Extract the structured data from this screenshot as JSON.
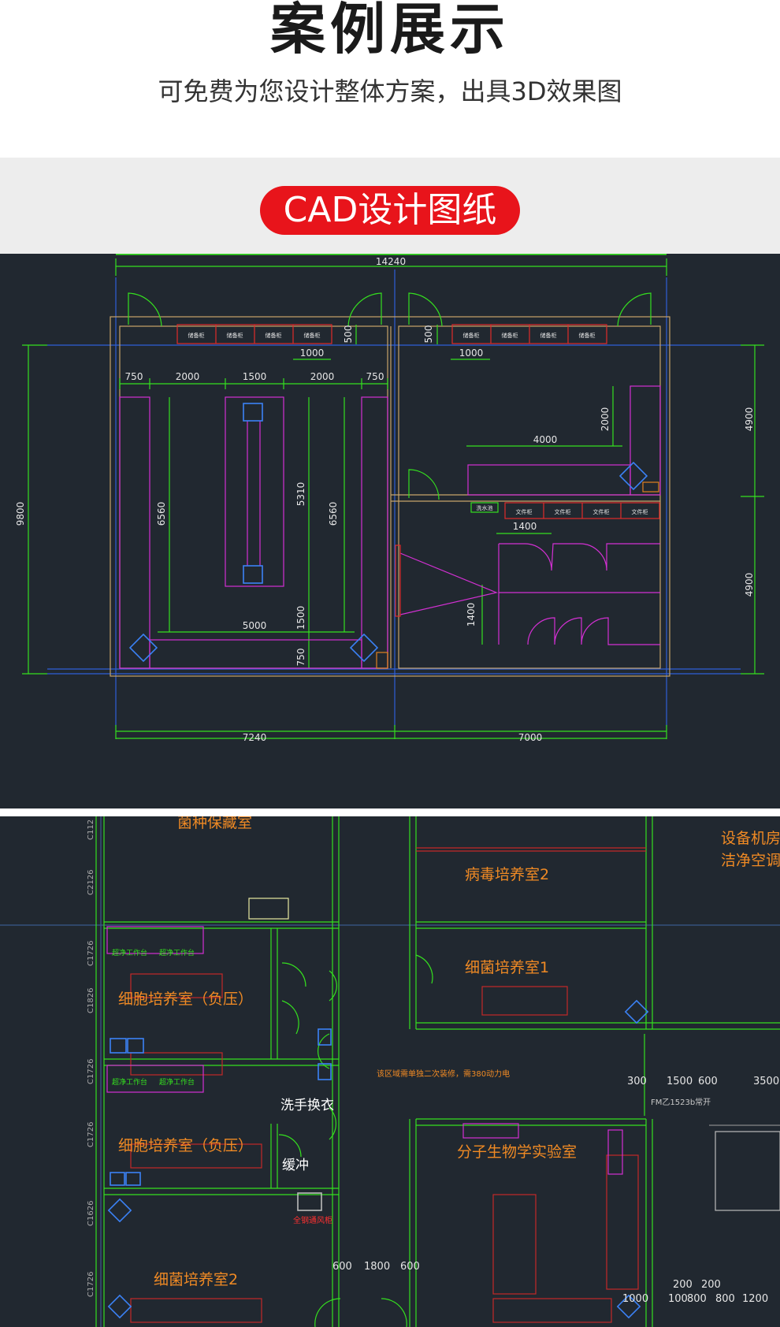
{
  "header": {
    "title": "案例展示",
    "subtitle": "可免费为您设计整体方案，出具3D效果图"
  },
  "badge": {
    "label": "CAD设计图纸",
    "color": "#e8141b"
  },
  "plan1": {
    "overall_width": "14240",
    "overall_height": "9800",
    "left_width": "7240",
    "right_width": "7000",
    "right_upper": "4900",
    "right_lower": "4900",
    "dims_top_row": [
      "750",
      "2000",
      "1500",
      "2000",
      "750"
    ],
    "dim_1000a": "1000",
    "dim_1000b": "1000",
    "dim_500a": "500",
    "dim_500b": "500",
    "dim_6560a": "6560",
    "dim_6560b": "6560",
    "dim_5310": "5310",
    "dim_5000": "5000",
    "dim_1500": "1500",
    "dim_750": "750",
    "dim_4000": "4000",
    "dim_2000": "2000",
    "dim_1400a": "1400",
    "dim_1400b": "1400",
    "cabinet_label_a": "储备柜",
    "cabinet_label_b": "文件柜",
    "sink_label": "洗水池"
  },
  "plan2": {
    "rooms": {
      "r1": "菌种保藏室",
      "r2": "病毒培养室2",
      "r3": "细菌培养室1",
      "r4": "细胞培养室（负压）",
      "r5": "细胞培养室（负压）",
      "r6": "分子生物学实验室",
      "r7": "细菌培养室2",
      "r8": "设备机房",
      "r9": "洁净空调",
      "r10": "洗手换衣",
      "r11": "缓冲"
    },
    "bench": "超净工作台",
    "hood": "全钢通风柜",
    "note": "该区域需单独二次装修，需380动力电",
    "door_tag": "FM乙1523b常开",
    "dims": {
      "d300": "300",
      "d1500": "1500",
      "d600": "600",
      "d3500": "3500",
      "d600b": "600",
      "d1800": "1800",
      "d600c": "600",
      "d200a": "200",
      "d200b": "200",
      "d1000": "1000",
      "d100": "100",
      "d800a": "800",
      "d800b": "800",
      "d1200": "1200"
    },
    "axis_tags": [
      "C112",
      "C2126",
      "C1726",
      "C1826",
      "C1726",
      "C1726",
      "C1626",
      "C1726"
    ]
  }
}
